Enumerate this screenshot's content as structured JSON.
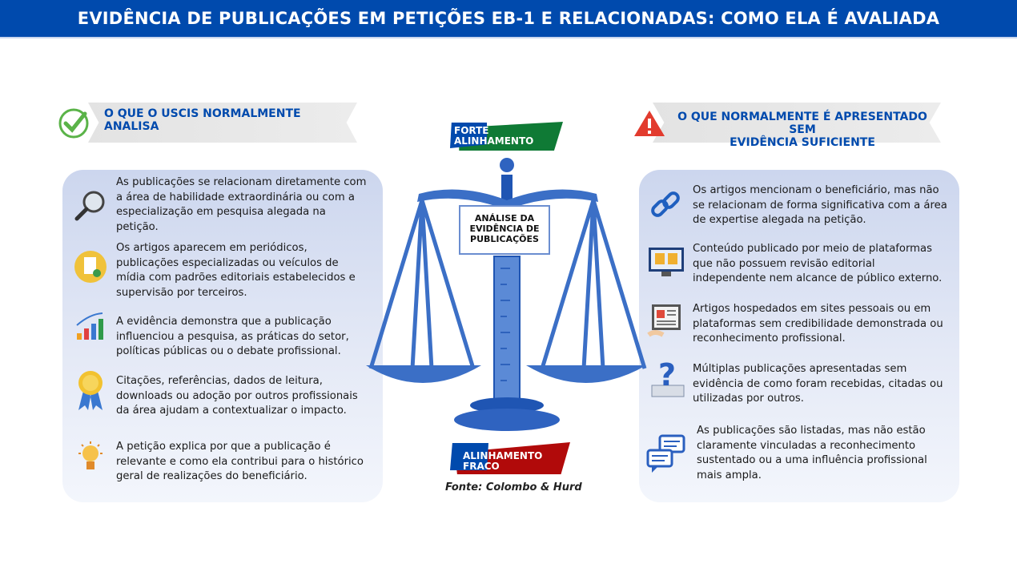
{
  "header": {
    "title": "EVIDÊNCIA DE PUBLICAÇÕES EM PETIÇÕES EB-1 E RELACIONADAS: COMO ELA É AVALIADA"
  },
  "left": {
    "heading_line1": "O QUE O USCIS NORMALMENTE",
    "heading_line2": "ANALISA",
    "items": [
      {
        "icon": "magnifier-icon",
        "text": "As publicações se relacionam diretamente com a área de habilidade extraordinária ou com a especialização em pesquisa alegada na petição."
      },
      {
        "icon": "verified-document-icon",
        "text": "Os artigos aparecem em periódicos, publicações especializadas ou veículos de mídia com padrões editoriais estabelecidos e supervisão por terceiros."
      },
      {
        "icon": "growth-chart-icon",
        "text": "A evidência demonstra que a publicação influenciou a pesquisa, as práticas do setor, políticas públicas ou o debate profissional."
      },
      {
        "icon": "award-medal-icon",
        "text": "Citações, referências, dados de leitura, downloads ou adoção por outros profissionais da área ajudam a contextualizar o impacto."
      },
      {
        "icon": "lightbulb-icon",
        "text": "A petição explica por que a publicação é relevante e como ela contribui para o histórico geral de realizações do beneficiário."
      }
    ]
  },
  "right": {
    "heading_line1": "O QUE NORMALMENTE É APRESENTADO SEM",
    "heading_line2": "EVIDÊNCIA SUFICIENTE",
    "items": [
      {
        "icon": "link-icon",
        "text": "Os artigos mencionam o beneficiário, mas não se relacionam de forma significativa com a área de expertise alegada na petição."
      },
      {
        "icon": "online-platform-icon",
        "text": "Conteúdo publicado por meio de plataformas que não possuem revisão editorial independente nem alcance de público externo."
      },
      {
        "icon": "newspaper-icon",
        "text": "Artigos hospedados em sites pessoais ou em plataformas sem credibilidade demonstrada ou reconhecimento profissional."
      },
      {
        "icon": "question-papers-icon",
        "text": "Múltiplas publicações apresentadas sem evidência de como foram recebidas, citadas ou utilizadas por outros."
      },
      {
        "icon": "chat-bubbles-icon",
        "text": "As publicações são listadas, mas não estão claramente vinculadas a reconhecimento sustentado ou a uma influência profissional mais ampla."
      }
    ]
  },
  "center": {
    "strong_line1": "FORTE",
    "strong_line2": "ALINHAMENTO",
    "weak_line1": "ALINHAMENTO",
    "weak_line2": "FRACO",
    "sign_line1": "ANÁLISE DA",
    "sign_line2": "EVIDÊNCIA DE",
    "sign_line3": "PUBLICAÇÕES",
    "source": "Fonte: Colombo & Hurd"
  },
  "colors": {
    "brand": "#004aad",
    "scale": "#3b6fc6",
    "strong": "#0f7a35",
    "weak": "#b10a0a"
  }
}
